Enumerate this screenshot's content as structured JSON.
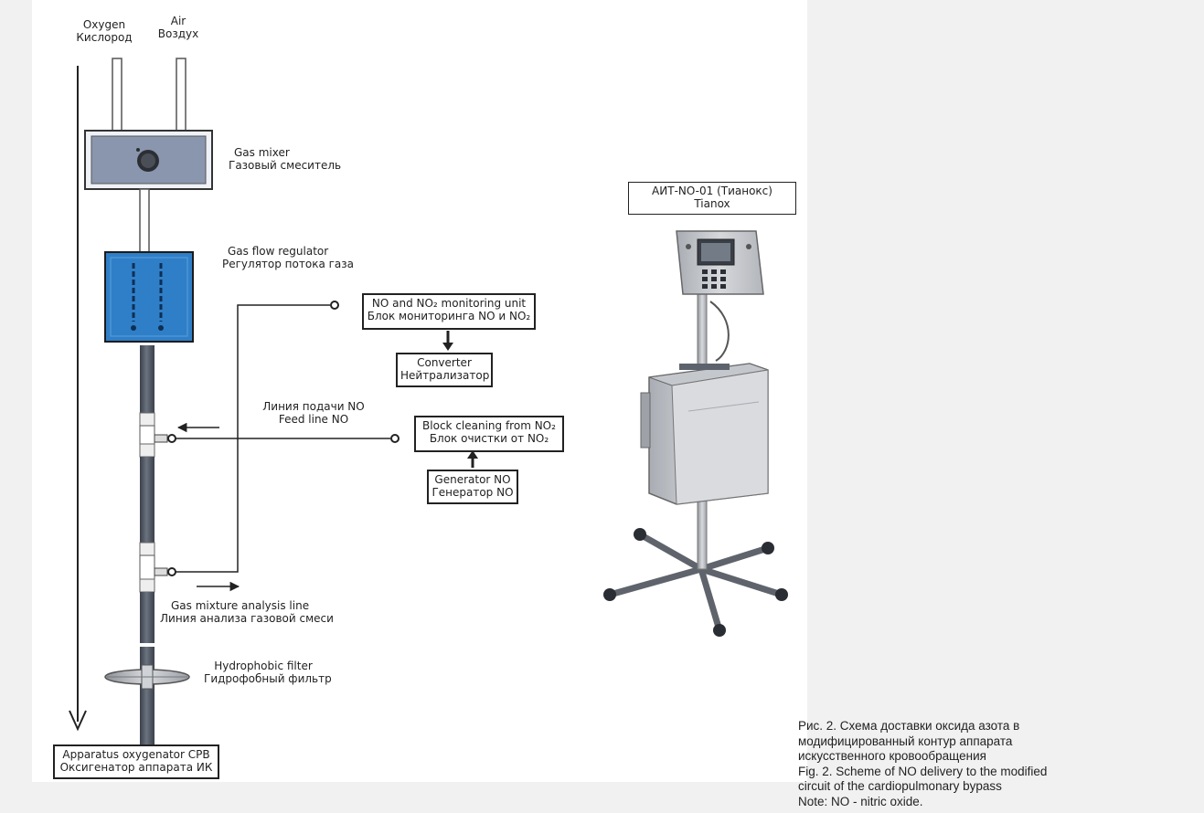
{
  "inlets": {
    "oxygen": {
      "en": "Oxygen",
      "ru": "Кислород"
    },
    "air": {
      "en": "Air",
      "ru": "Воздух"
    }
  },
  "components": {
    "gas_mixer": {
      "en": "Gas mixer",
      "ru": "Газовый смеситель"
    },
    "flow_regulator": {
      "en": "Gas flow regulator",
      "ru": "Регулятор потока газа"
    },
    "monitoring_unit": {
      "en": "NO and NO₂ monitoring unit",
      "ru": "Блок мониторинга NO и NO₂"
    },
    "converter": {
      "en": "Converter",
      "ru": "Нейтрализатор"
    },
    "feed_line": {
      "ru": "Линия подачи NO",
      "en": "Feed line NO"
    },
    "cleaning_block": {
      "en": "Block cleaning from NO₂",
      "ru": "Блок очистки от NO₂"
    },
    "generator": {
      "en": "Generator NO",
      "ru": "Генератор NO"
    },
    "analysis_line": {
      "en": "Gas mixture analysis line",
      "ru": "Линия анализа газовой смеси"
    },
    "filter": {
      "en": "Hydrophobic filter",
      "ru": "Гидрофобный фильтр"
    },
    "oxygenator": {
      "en": "Apparatus oxygenator CPB",
      "ru": "Оксигенатор аппарата ИК"
    },
    "device": {
      "ru": "АИТ-NO-01 (Тианокс)",
      "en": "Tianox"
    }
  },
  "caption": {
    "lines": [
      "Рис. 2. Схема доставки оксида азота в",
      "модифицированный контур аппарата",
      "искусственного кровообращения",
      "Fig. 2. Scheme of NO delivery to the modified",
      "circuit of the cardiopulmonary bypass",
      "Note: NO - nitric oxide."
    ]
  },
  "colors": {
    "regulator_blue": "#2f7fc8",
    "mixer_fill": "#8a96ad",
    "tube_dark": "#4f5560",
    "line": "#222222"
  }
}
